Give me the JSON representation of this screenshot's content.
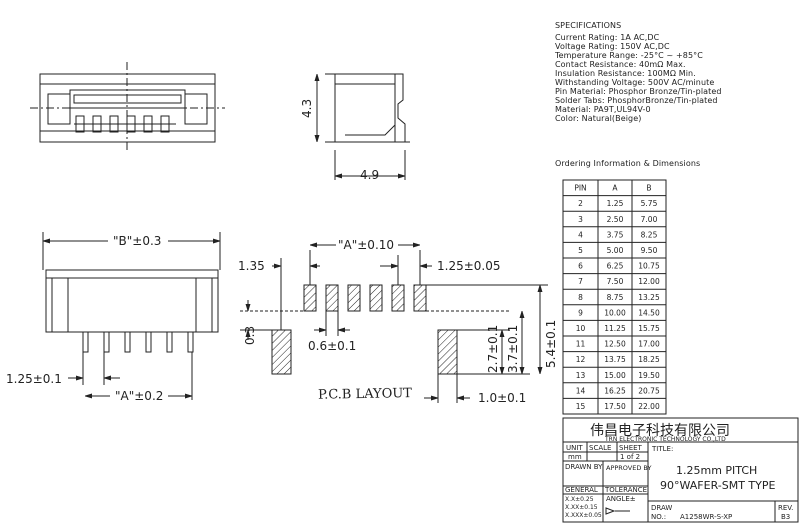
{
  "drawing": {
    "front_view": {},
    "side_view": {
      "height_label": "4.3",
      "width_label": "4.9"
    },
    "bottom_view": {
      "b_label": "\"B\"±0.3",
      "a_label": "\"A\"±0.2",
      "pitch_label": "1.25±0.1"
    },
    "pcb_layout": {
      "title": "P.C.B LAYOUT",
      "a_label": "\"A\"±0.10",
      "offset_label": "1.35",
      "pitch_label": "1.25±0.05",
      "pad_width_label": "0.6±0.1",
      "gap_label": "0.3",
      "tab_height_label": "2.7±0.1",
      "pad_len_label": "3.7±0.1",
      "overall_label": "5.4±0.1",
      "tab_width_label": "1.0±0.1"
    }
  },
  "specifications": {
    "heading": "SPECIFICATIONS",
    "lines": [
      "Current Rating: 1A AC,DC",
      "Voltage Rating: 150V AC,DC",
      "Temperature Range: -25°C ~ +85°C",
      "Contact Resistance: 40mΩ Max.",
      "Insulation Resistance: 100MΩ Min.",
      "Withstanding Voltage: 500V AC/minute",
      "Pin Material: Phosphor Bronze/Tin-plated",
      "Solder Tabs: PhosphorBronze/Tin-plated",
      "Material: PA9T,UL94V-0",
      "Color: Natural(Beige)"
    ]
  },
  "ordering": {
    "heading": "Ordering Information & Dimensions",
    "columns": [
      "PIN",
      "A",
      "B"
    ],
    "rows": [
      [
        "2",
        "1.25",
        "5.75"
      ],
      [
        "3",
        "2.50",
        "7.00"
      ],
      [
        "4",
        "3.75",
        "8.25"
      ],
      [
        "5",
        "5.00",
        "9.50"
      ],
      [
        "6",
        "6.25",
        "10.75"
      ],
      [
        "7",
        "7.50",
        "12.00"
      ],
      [
        "8",
        "8.75",
        "13.25"
      ],
      [
        "9",
        "10.00",
        "14.50"
      ],
      [
        "10",
        "11.25",
        "15.75"
      ],
      [
        "11",
        "12.50",
        "17.00"
      ],
      [
        "12",
        "13.75",
        "18.25"
      ],
      [
        "13",
        "15.00",
        "19.50"
      ],
      [
        "14",
        "16.25",
        "20.75"
      ],
      [
        "15",
        "17.50",
        "22.00"
      ]
    ]
  },
  "title_block": {
    "company_cn": "伟昌电子科技有限公司",
    "company_en": "TRN ELECTRONIC TECHNOLOGY CO.,LTD",
    "unit": "UNIT",
    "scale": "SCALE",
    "sheet": "SHEET",
    "title_label": "TITLE:",
    "unit_value": "mm",
    "sheet_value": "1 of 2",
    "drawn_by": "DRAWN BY",
    "approved_by": "APPROVED BY",
    "general": "GENERAL",
    "tolerance": "TOLERANCE",
    "tol_1": "X.X±0.25",
    "tol_2": "X.XX±0.15",
    "tol_3": "X.XXX±0.05",
    "angle": "ANGLE±",
    "title_line1": "1.25mm PITCH",
    "title_line2": "90°WAFER-SMT TYPE",
    "draw": "DRAW",
    "no": "NO.:",
    "part_no": "A1258WR-S-XP",
    "rev": "REV.",
    "rev_value": "B3"
  }
}
